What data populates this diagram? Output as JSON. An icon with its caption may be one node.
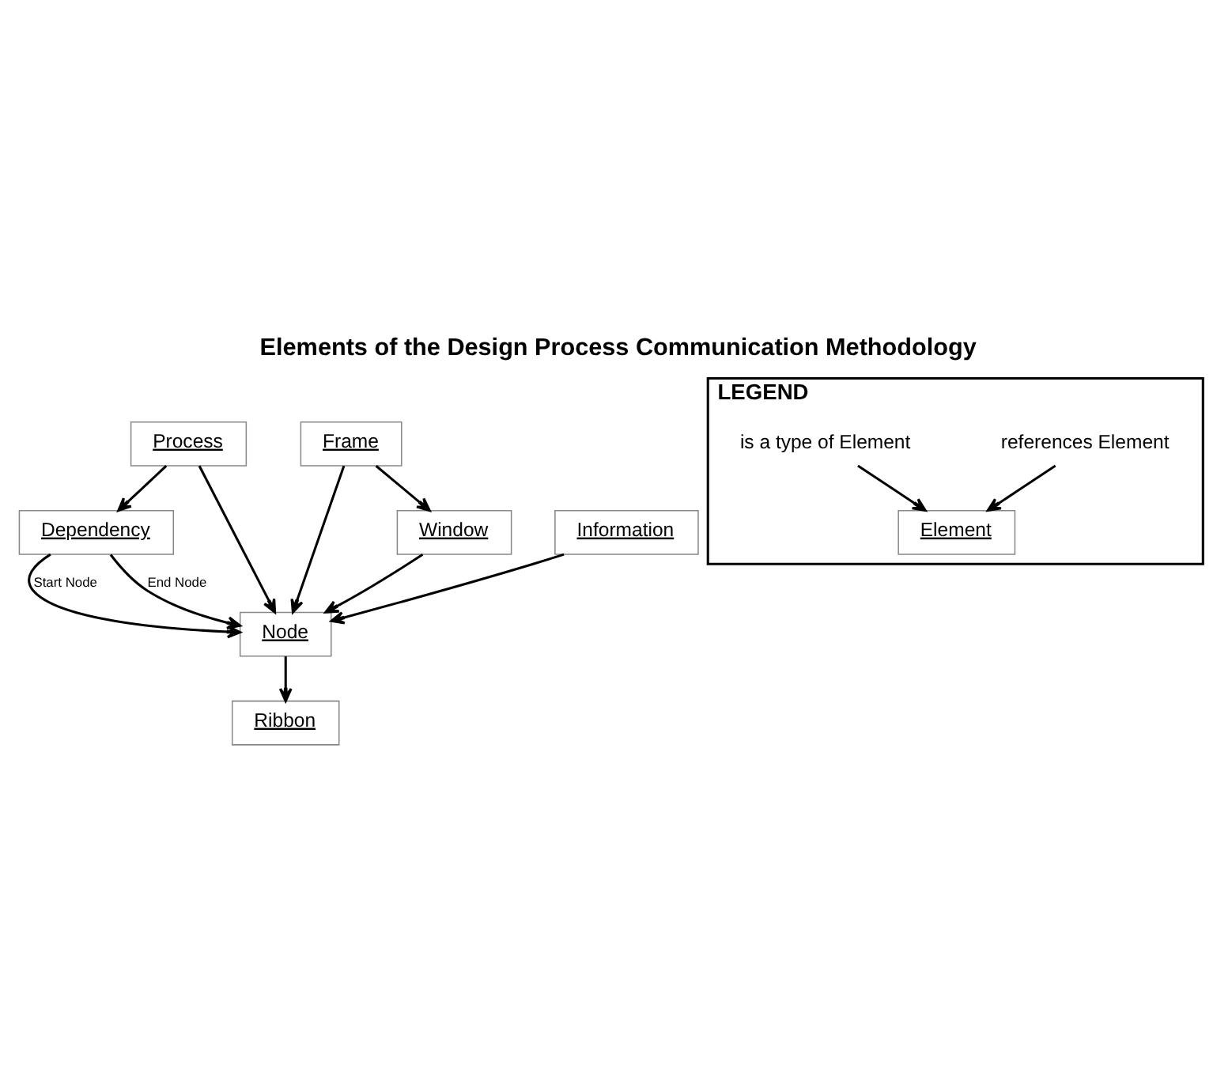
{
  "diagram": {
    "title": "Elements of the Design Process Communication Methodology",
    "nodes": [
      {
        "text": [
          "Process"
        ]
      },
      {
        "text": [
          "Dependency"
        ]
      },
      {
        "text": [
          "Node"
        ]
      },
      {
        "text": [
          "Frame"
        ]
      },
      {
        "text": [
          "Window"
        ]
      },
      {
        "text": [
          "Information"
        ]
      },
      {
        "text": [
          "Ribbon"
        ]
      },
      {
        "text": [
          "LEGEND"
        ]
      },
      {
        "text": [
          "references Element"
        ],
        "in": 7
      },
      {
        "text": [
          "Element"
        ],
        "in": 7
      },
      {
        "text": [
          "is a type of Element"
        ],
        "in": 7
      }
    ],
    "edges": [
      {
        "from": 0,
        "to": 1,
        "arrow": "to"
      },
      {
        "from": 0,
        "to": 2,
        "arrow": "to"
      },
      {
        "from": 1,
        "to": 2,
        "arrow": "to",
        "label": "Start Node"
      },
      {
        "from": 1,
        "to": 2,
        "arrow": "to",
        "label": "End Node"
      },
      {
        "from": 3,
        "to": 2,
        "arrow": "to"
      },
      {
        "from": 3,
        "to": 4,
        "arrow": "to"
      },
      {
        "from": 4,
        "to": 2,
        "arrow": "to"
      },
      {
        "from": 5,
        "to": 2,
        "arrow": "to"
      },
      {
        "from": 2,
        "to": 6,
        "arrow": "to"
      },
      {
        "from": 8,
        "to": 9,
        "arrow": "to"
      },
      {
        "from": 10,
        "to": 9,
        "arrow": "to"
      }
    ]
  }
}
